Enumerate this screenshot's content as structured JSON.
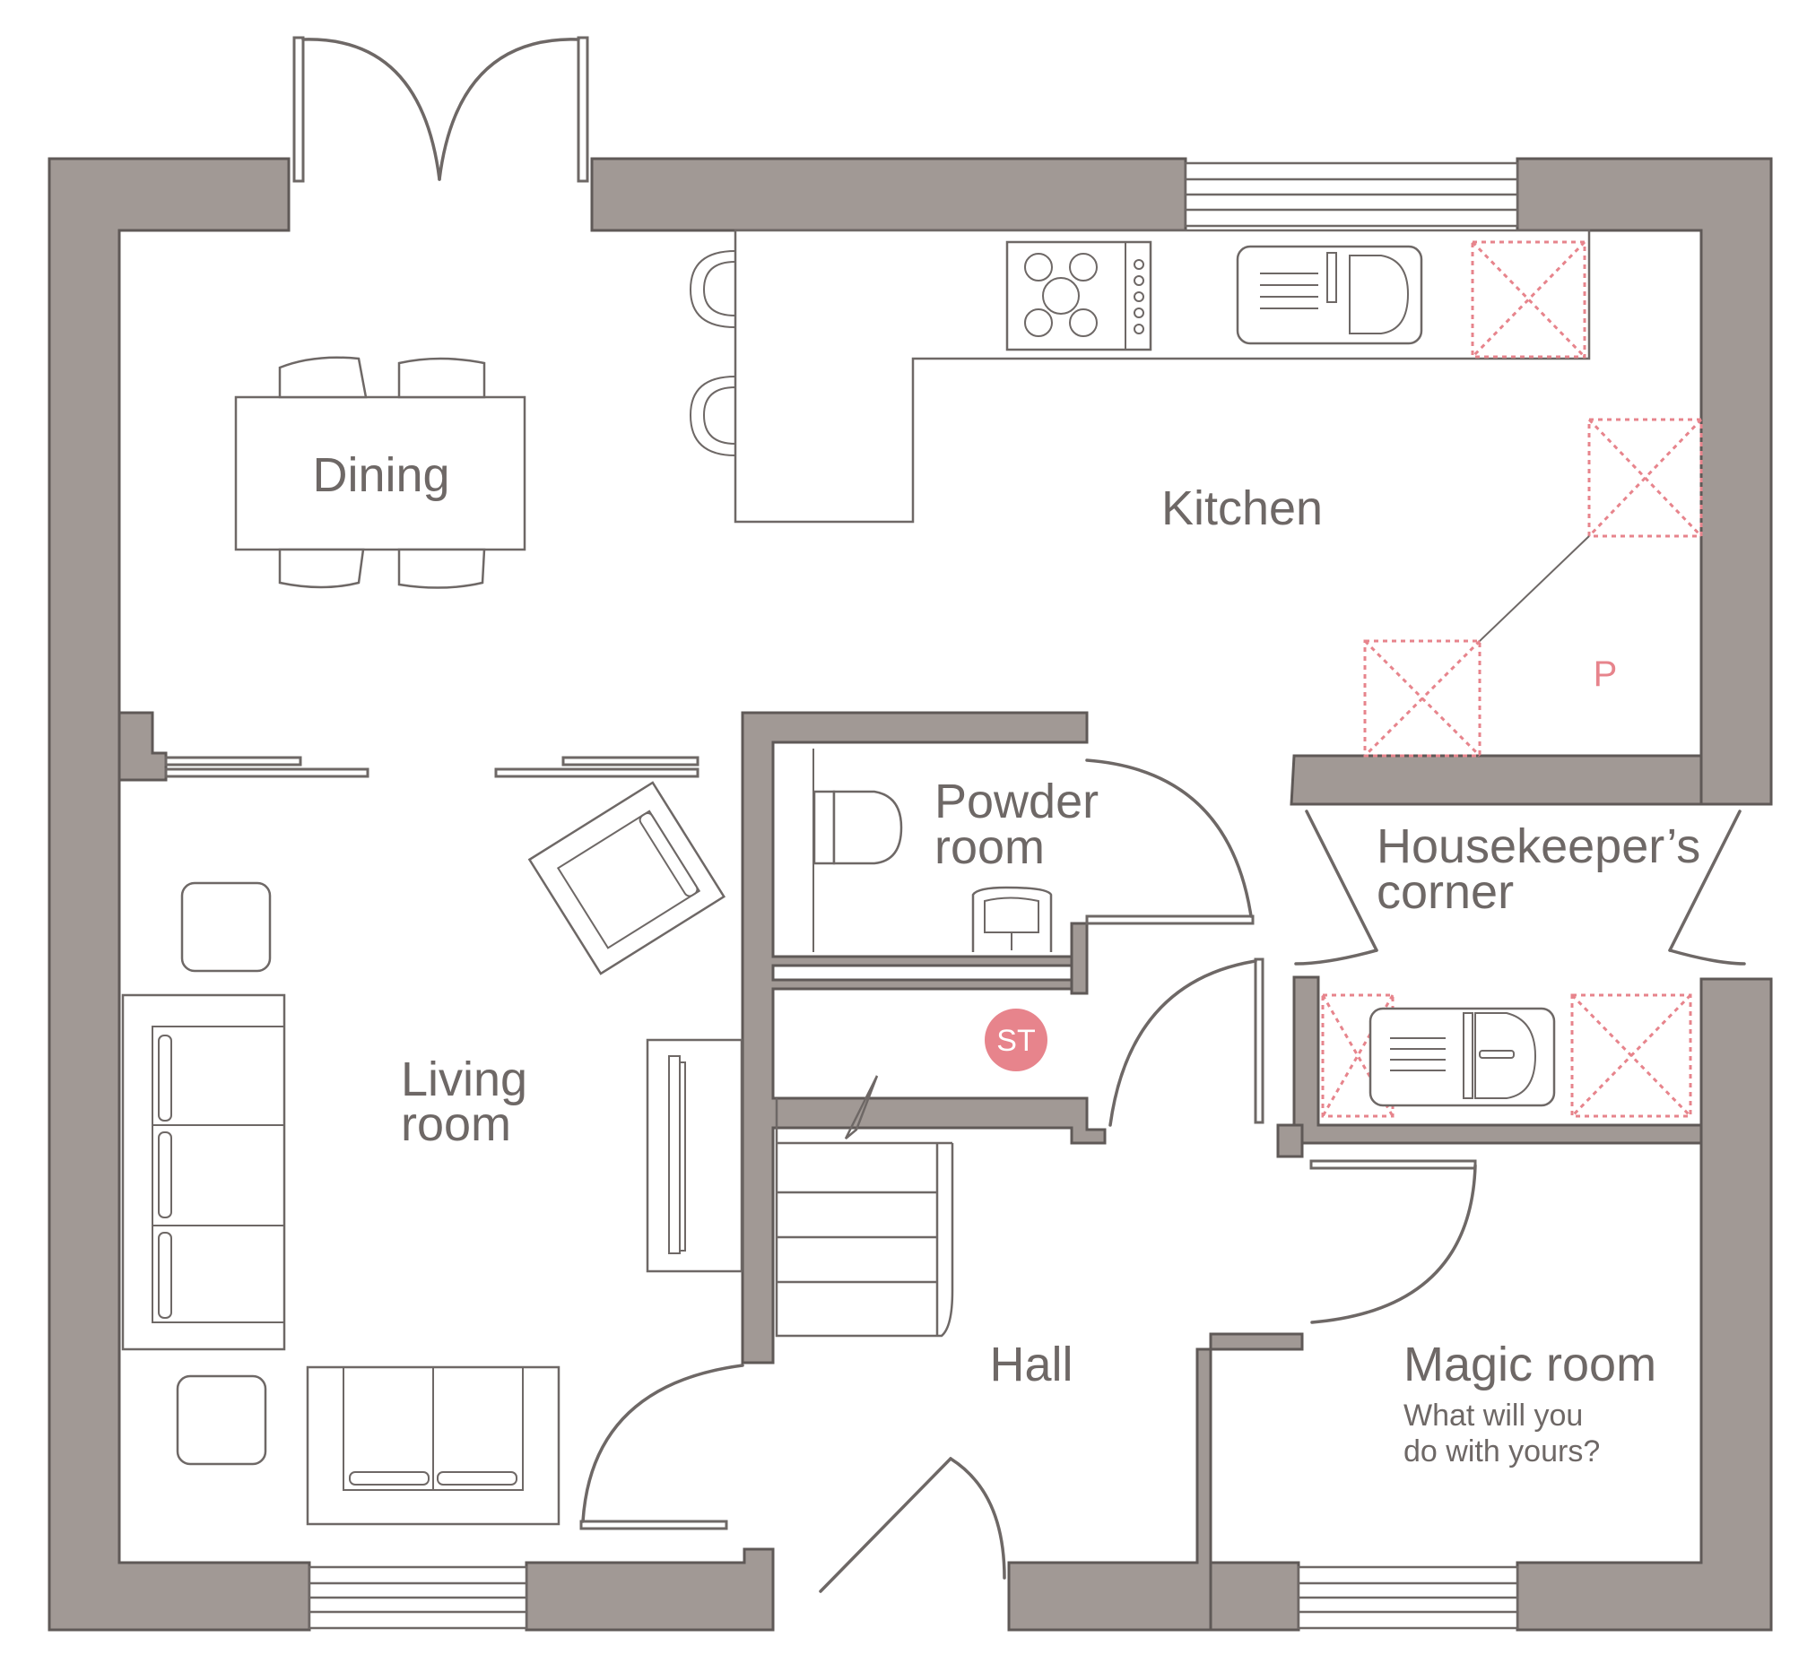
{
  "rooms": {
    "dining": "Dining",
    "kitchen": "Kitchen",
    "powder_line1": "Powder",
    "powder_line2": "room",
    "housekeeper_line1": "Housekeeper’s",
    "housekeeper_line2": "corner",
    "living_line1": "Living",
    "living_line2": "room",
    "hall": "Hall",
    "magic_title": "Magic room",
    "magic_sub1": "What will you",
    "magic_sub2": "do with yours?"
  },
  "markers": {
    "pantry": "P",
    "storage": "ST"
  },
  "colors": {
    "wall_fill": "#a19995",
    "line": "#6e6866",
    "appliance_accent": "#e7848c",
    "storage_badge": "#e7848c"
  }
}
